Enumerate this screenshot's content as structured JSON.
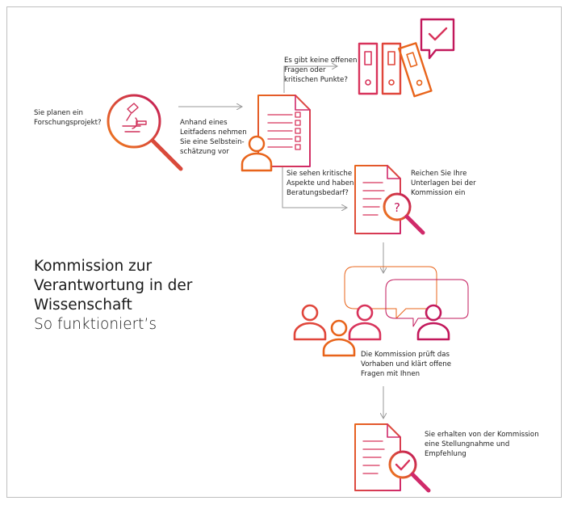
{
  "steps": {
    "start": "Sie planen ein\nForschungsprojekt?",
    "self_assessment": "Anhand eines\nLeitfadens nehmen\nSie eine Selbstein-\nschätzung vor",
    "no_issues": "Es gibt keine offenen\nFragen oder\nkritischen Punkte?",
    "critical": "Sie sehen kritische\nAspekte und haben\nBeratungsbedarf?",
    "submit": "Reichen Sie Ihre\nUnterlagen bei der\nKommission ein",
    "review": "Die Kommission prüft das\nVorhaben und klärt offene\nFragen mit Ihnen",
    "result": "Sie erhalten von der Kommission\neine Stellungnahme und\nEmpfehlung"
  },
  "title": {
    "line1": "Kommission zur",
    "line2": "Verantwortung in der",
    "line3": "Wissenschaft",
    "subtitle": "So funktioniert’s"
  },
  "colors": {
    "orange": "#e8641b",
    "magenta": "#c2185b",
    "gray": "#999999"
  },
  "icons": [
    "magnifier-microscope-icon",
    "checklist-person-icon",
    "binders-check-icon",
    "document-question-icon",
    "discussion-group-icon",
    "document-check-icon"
  ]
}
